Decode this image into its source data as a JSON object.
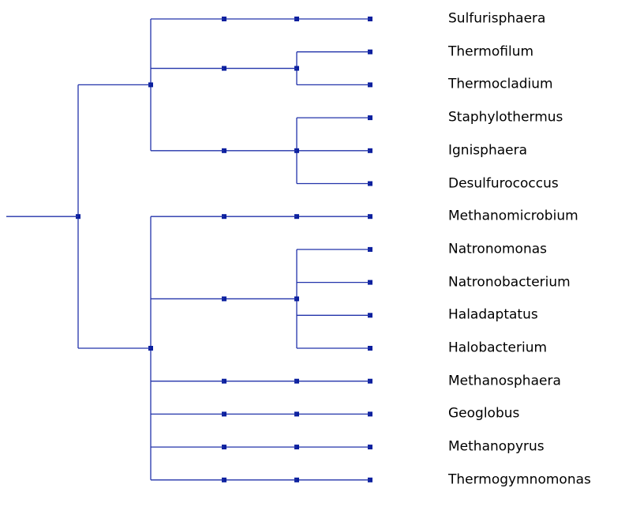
{
  "colors": {
    "line": "#2233aa",
    "node": "#0a1f9e",
    "text": "#000000"
  },
  "taxa": [
    "Sulfurisphaera",
    "Thermofilum",
    "Thermocladium",
    "Staphylothermus",
    "Ignisphaera",
    "Desulfurococcus",
    "Methanomicrobium",
    "Natronomonas",
    "Natronobacterium",
    "Haladaptatus",
    "Halobacterium",
    "Methanosphaera",
    "Geoglobus",
    "Methanopyrus",
    "Thermogymnomonas"
  ],
  "tree": [
    [
      [
        [
          "Sulfurisphaera"
        ]
      ],
      [
        [
          "Thermofilum",
          "Thermocladium"
        ]
      ],
      [
        [
          "Staphylothermus",
          "Ignisphaera",
          "Desulfurococcus"
        ]
      ]
    ],
    [
      [
        [
          "Methanomicrobium"
        ]
      ],
      [
        [
          "Natronomonas",
          "Natronobacterium",
          "Haladaptatus",
          "Halobacterium"
        ]
      ],
      [
        [
          "Methanosphaera"
        ]
      ],
      [
        [
          "Geoglobus"
        ]
      ],
      [
        [
          "Methanopyrus"
        ]
      ],
      [
        [
          "Thermogymnomonas"
        ]
      ]
    ]
  ]
}
